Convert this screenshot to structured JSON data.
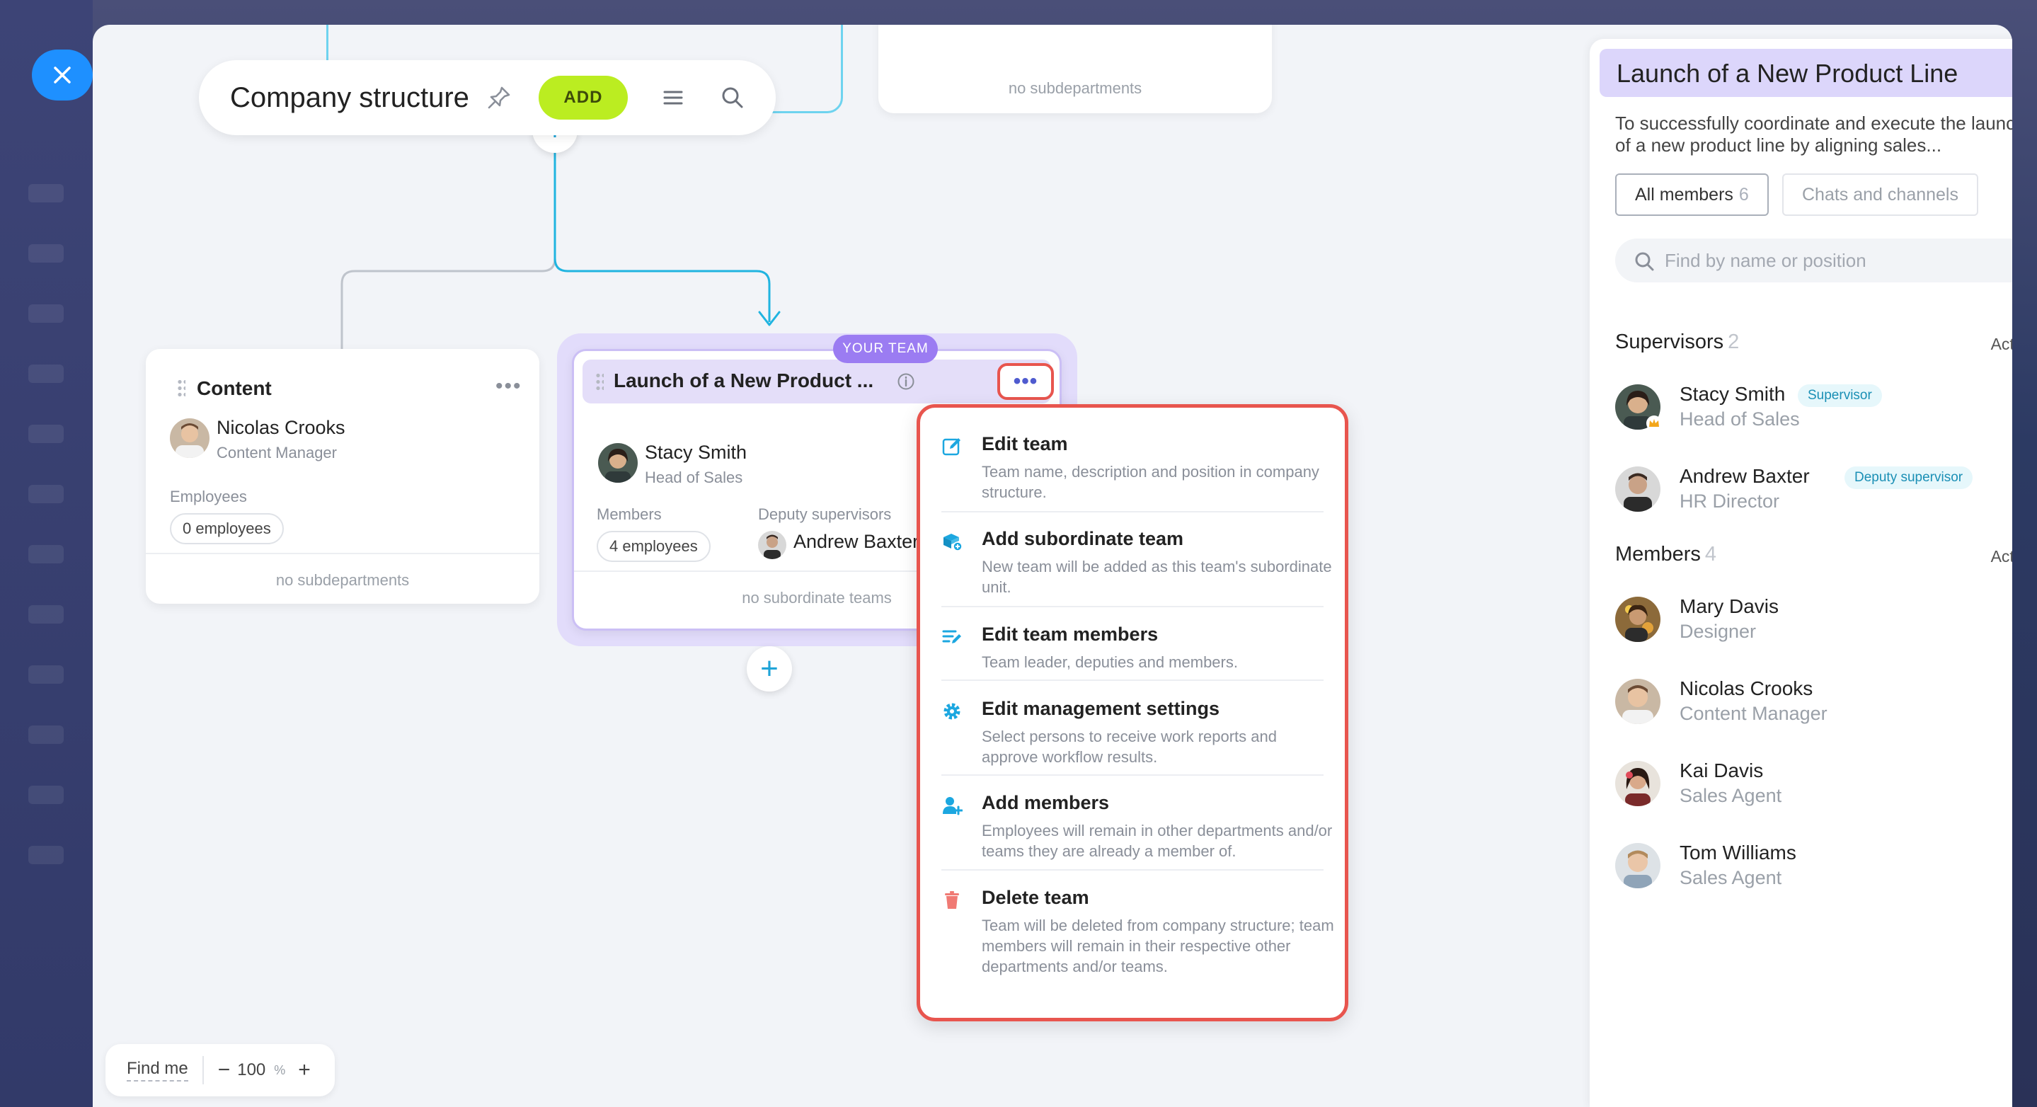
{
  "header": {
    "title": "Company structure",
    "add_label": "ADD"
  },
  "top_card_right": {
    "footnote": "no subdepartments"
  },
  "content_card": {
    "title": "Content",
    "head_name": "Nicolas Crooks",
    "head_role": "Content Manager",
    "employees_label": "Employees",
    "employees_count": "0 employees",
    "footnote": "no subdepartments"
  },
  "team_card": {
    "badge": "YOUR TEAM",
    "title": "Launch of a New Product ...",
    "head_name": "Stacy Smith",
    "head_role": "Head of Sales",
    "members_label": "Members",
    "members_count": "4 employees",
    "deputy_label": "Deputy supervisors",
    "deputy_name": "Andrew Baxter",
    "footnote": "no subordinate teams",
    "more_label": "•••"
  },
  "context_menu": {
    "items": [
      {
        "label": "Edit team",
        "desc": "Team name, description and position in company structure.",
        "icon": "edit-icon"
      },
      {
        "label": "Add subordinate team",
        "desc": "New team will be added as this team's subordinate unit.",
        "icon": "add-team-icon"
      },
      {
        "label": "Edit team members",
        "desc": "Team leader, deputies and members.",
        "icon": "edit-list-icon"
      },
      {
        "label": "Edit management settings",
        "desc": "Select persons to receive work reports and approve workflow results.",
        "icon": "gear-icon"
      },
      {
        "label": "Add members",
        "desc": "Employees will remain in other departments and/or teams they are already a member of.",
        "icon": "add-user-icon"
      },
      {
        "label": "Delete team",
        "desc": "Team will be deleted from company structure; team members will remain in their respective other departments and/or teams.",
        "icon": "trash-icon"
      }
    ]
  },
  "zoom": {
    "find_me": "Find me",
    "value": "100",
    "unit": "%",
    "minus": "−",
    "plus": "+"
  },
  "panel": {
    "title": "Launch of a New Product Line",
    "more": "•••",
    "description": "To successfully coordinate and execute the launch of a new product line by aligning sales...",
    "tabs": {
      "all_members": "All members",
      "all_members_count": "6",
      "chats": "Chats and channels"
    },
    "search_placeholder": "Find by name or position",
    "supervisors": {
      "title": "Supervisors",
      "count": "2",
      "actions": "Actions",
      "people": [
        {
          "name": "Stacy Smith",
          "role": "Head of Sales",
          "badge": "Supervisor"
        },
        {
          "name": "Andrew Baxter",
          "role": "HR Director",
          "badge": "Deputy supervisor"
        }
      ]
    },
    "members": {
      "title": "Members",
      "count": "4",
      "actions": "Actions",
      "people": [
        {
          "name": "Mary Davis",
          "role": "Designer"
        },
        {
          "name": "Nicolas Crooks",
          "role": "Content Manager"
        },
        {
          "name": "Kai Davis",
          "role": "Sales Agent"
        },
        {
          "name": "Tom Williams",
          "role": "Sales Agent"
        }
      ]
    }
  },
  "colors": {
    "accent_blue": "#1e90ff",
    "add_green": "#bbed21",
    "team_purple": "#9b7cf2",
    "highlight_red": "#e8554e",
    "connector_cyan": "#20b4e0"
  }
}
